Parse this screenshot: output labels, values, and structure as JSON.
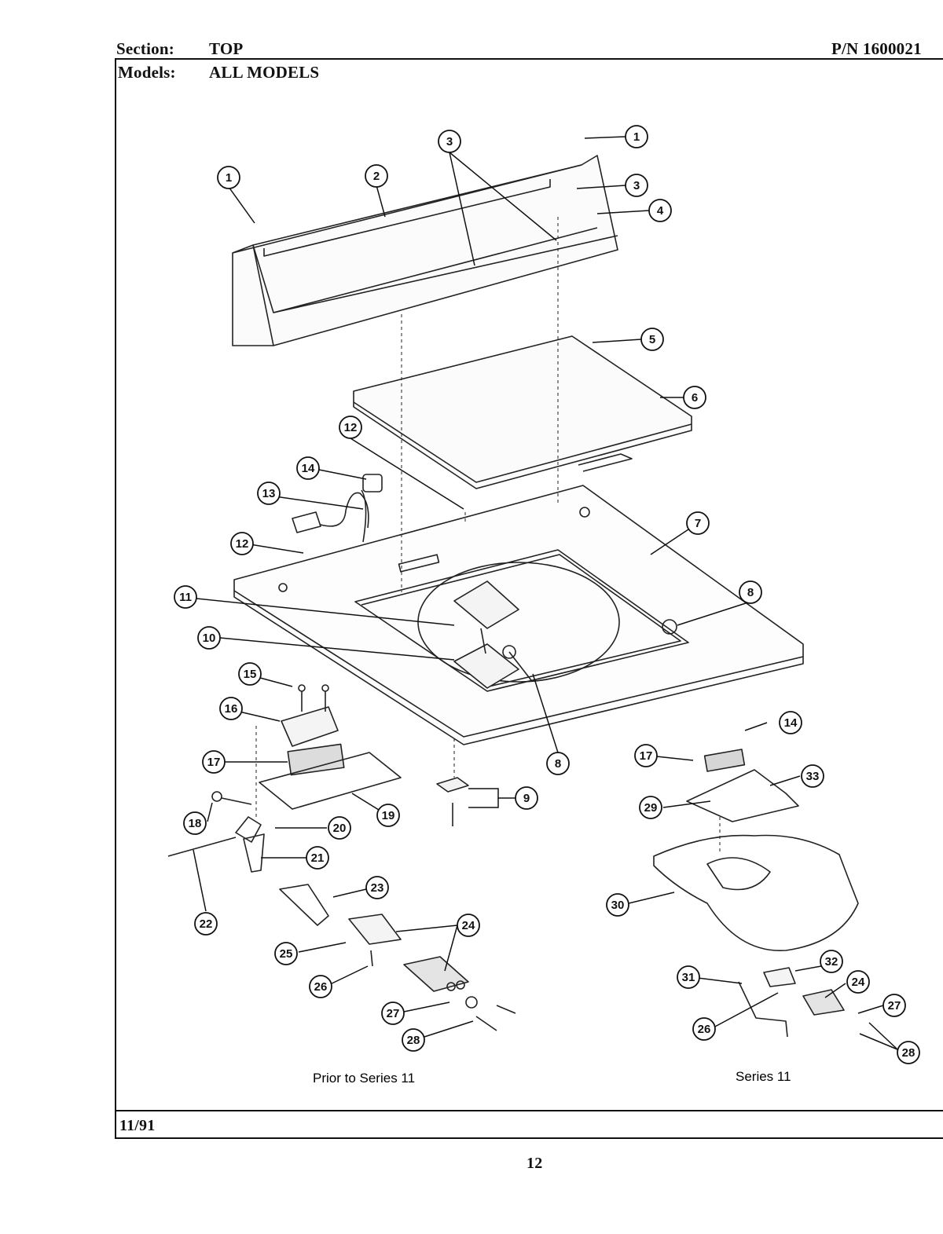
{
  "header": {
    "section_label": "Section:",
    "section_value": "TOP",
    "models_label": "Models:",
    "models_value": "ALL MODELS",
    "part_number": "P/N 1600021"
  },
  "footer": {
    "date": "11/91",
    "page_number": "12"
  },
  "captions": {
    "left": "Prior to Series 11",
    "right": "Series 11"
  },
  "callouts": [
    "1",
    "2",
    "3",
    "4",
    "5",
    "6",
    "7",
    "8",
    "9",
    "10",
    "11",
    "12",
    "13",
    "14",
    "15",
    "16",
    "17",
    "18",
    "19",
    "20",
    "21",
    "22",
    "23",
    "24",
    "25",
    "26",
    "27",
    "28",
    "29",
    "30",
    "31",
    "32",
    "33"
  ]
}
